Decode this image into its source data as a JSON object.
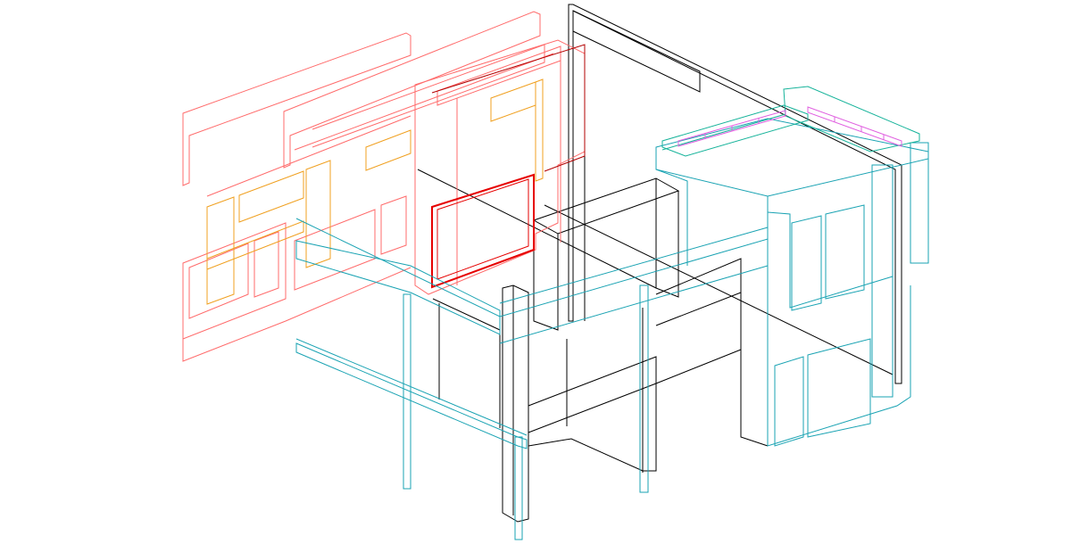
{
  "drawing": {
    "view": "isometric-wireframe",
    "background": "#ffffff",
    "layers": [
      {
        "name": "walls-dark",
        "color": "#000000"
      },
      {
        "name": "glazing-front",
        "color": "#ff6b6b"
      },
      {
        "name": "glazing-front-emphasis",
        "color": "#e60000"
      },
      {
        "name": "frames",
        "color": "#f0a020"
      },
      {
        "name": "structure",
        "color": "#1aa3b3"
      },
      {
        "name": "roof-trim",
        "color": "#16b39a"
      },
      {
        "name": "roof-panels",
        "color": "#e060e0"
      }
    ]
  }
}
